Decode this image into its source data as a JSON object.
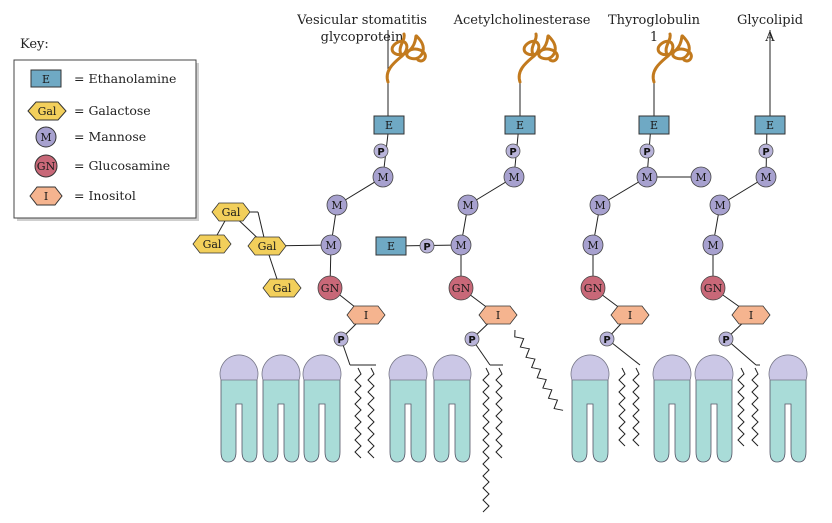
{
  "key": {
    "title": "Key:",
    "items": [
      {
        "symbol": "E",
        "label": "= Ethanolamine"
      },
      {
        "symbol": "Gal",
        "label": "= Galactose"
      },
      {
        "symbol": "M",
        "label": "= Mannose"
      },
      {
        "symbol": "GN",
        "label": "= Glucosamine"
      },
      {
        "symbol": "I",
        "label": "= Inositol"
      }
    ]
  },
  "symbols": {
    "E": "E",
    "Gal": "Gal",
    "M": "M",
    "GN": "GN",
    "I": "I",
    "P": "P"
  },
  "anchors": [
    {
      "name_line1": "Vesicular stomatitis",
      "name_line2": "glycoprotein"
    },
    {
      "name_line1": "Acetylcholinesterase",
      "name_line2": ""
    },
    {
      "name_line1": "Thyroglobulin",
      "name_line2": "1"
    },
    {
      "name_line1": "Glycolipid",
      "name_line2": "A"
    }
  ],
  "colors": {
    "ethanolamine": "#6fa9c4",
    "galactose": "#f2cf5b",
    "mannose": "#a7a1cf",
    "glucosamine": "#c86878",
    "inositol": "#f5b48f",
    "phosphate": "#b9b4da",
    "protein": "#d8902f",
    "head": "#cbc7e6",
    "tail": "#a9dcd8"
  }
}
